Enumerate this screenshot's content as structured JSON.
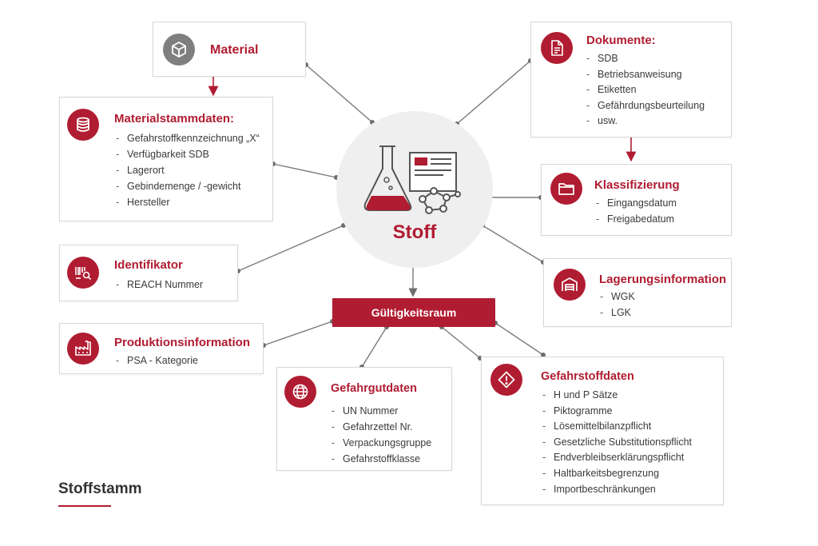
{
  "center": {
    "label": "Stoff"
  },
  "gueltigkeitsraum": {
    "label": "Gültigkeitsraum"
  },
  "material": {
    "title": "Material",
    "icon": "cube-icon"
  },
  "materialstammdaten": {
    "title": "Materialstammdaten:",
    "icon": "database-icon",
    "items": [
      "Gefahrstoffkennzeichnung „X“",
      "Verfügbarkeit SDB",
      "Lagerort",
      "Gebindemenge / -gewicht",
      "Hersteller"
    ]
  },
  "identifikator": {
    "title": "Identifikator",
    "icon": "barcode-search-icon",
    "items": [
      "REACH Nummer"
    ]
  },
  "produktionsinformation": {
    "title": "Produktionsinformation",
    "icon": "factory-icon",
    "items": [
      "PSA - Kategorie"
    ]
  },
  "gefahrgutdaten": {
    "title": "Gefahrgutdaten",
    "icon": "globe-icon",
    "items": [
      "UN Nummer",
      "Gefahrzettel Nr.",
      "Verpackungsgruppe",
      "Gefahrstoffklasse"
    ]
  },
  "gefahrstoffdaten": {
    "title": "Gefahrstoffdaten",
    "icon": "warning-icon",
    "items": [
      "H und P Sätze",
      "Piktogramme",
      "Lösemittelbilanzpflicht",
      "Gesetzliche Substitutionspflicht",
      "Endverbleibserklärungspflicht",
      "Haltbarkeitsbegrenzung",
      "Importbeschränkungen"
    ]
  },
  "dokumente": {
    "title": "Dokumente:",
    "icon": "document-icon",
    "items": [
      "SDB",
      "Betriebsanweisung",
      "Etiketten",
      "Gefährdungsbeurteilung",
      "usw."
    ]
  },
  "klassifizierung": {
    "title": "Klassifizierung",
    "icon": "folder-icon",
    "items": [
      "Eingangsdatum",
      "Freigabedatum"
    ]
  },
  "lagerungsinformation": {
    "title": "Lagerungsinformation",
    "icon": "warehouse-icon",
    "items": [
      "WGK",
      "LGK"
    ]
  },
  "footer": {
    "title": "Stoffstamm"
  },
  "colors": {
    "accent": "#b01c31",
    "gray_icon": "#7f7f7f",
    "center_bg": "#efefef",
    "line": "#7a7a7a"
  }
}
